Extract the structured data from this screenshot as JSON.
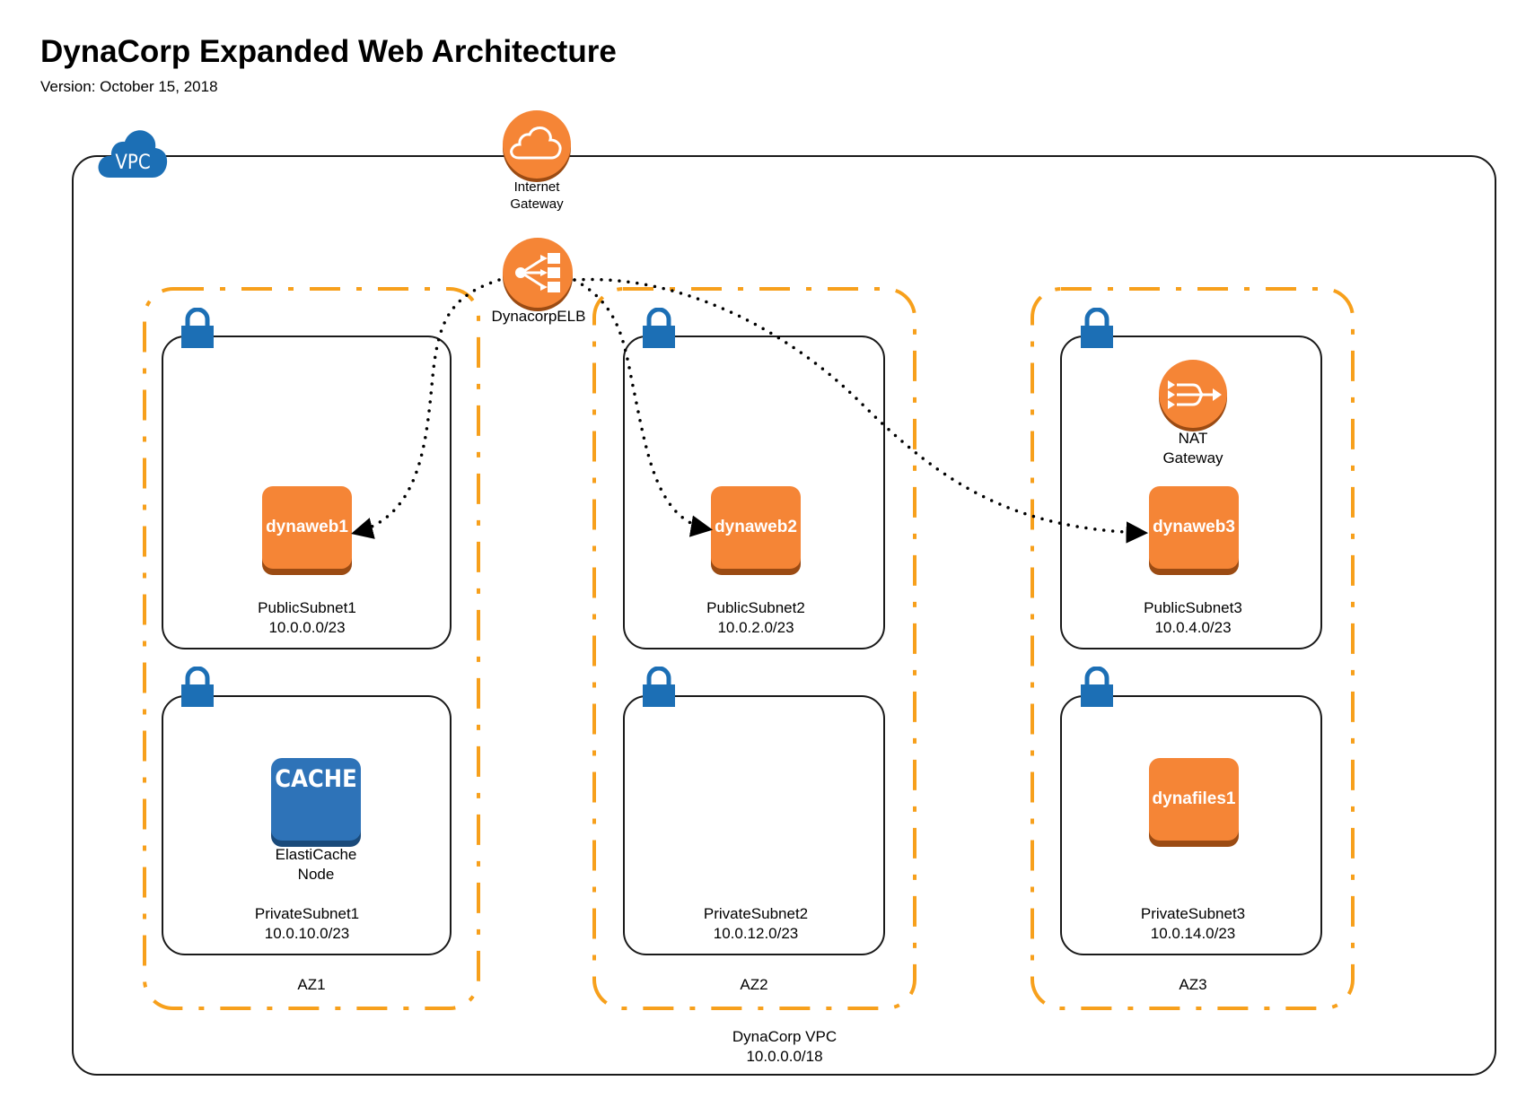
{
  "header": {
    "title": "DynaCorp Expanded Web Architecture",
    "version": "Version: October 15, 2018"
  },
  "vpc": {
    "badge": "VPC",
    "name": "DynaCorp VPC",
    "cidr": "10.0.0.0/18"
  },
  "internet_gateway": {
    "line1": "Internet",
    "line2": "Gateway"
  },
  "elb": {
    "label": "DynacorpELB"
  },
  "nat_gateway": {
    "line1": "NAT",
    "line2": "Gateway"
  },
  "availability_zones": [
    {
      "label": "AZ1",
      "public": {
        "name": "PublicSubnet1",
        "cidr": "10.0.0.0/23",
        "instance": "dynaweb1"
      },
      "private": {
        "name": "PrivateSubnet1",
        "cidr": "10.0.10.0/23",
        "resource": "CACHE",
        "resource_line1": "ElastiCache",
        "resource_line2": "Node"
      }
    },
    {
      "label": "AZ2",
      "public": {
        "name": "PublicSubnet2",
        "cidr": "10.0.2.0/23",
        "instance": "dynaweb2"
      },
      "private": {
        "name": "PrivateSubnet2",
        "cidr": "10.0.12.0/23"
      }
    },
    {
      "label": "AZ3",
      "public": {
        "name": "PublicSubnet3",
        "cidr": "10.0.4.0/23",
        "instance": "dynaweb3"
      },
      "private": {
        "name": "PrivateSubnet3",
        "cidr": "10.0.14.0/23",
        "instance": "dynafiles1"
      }
    }
  ],
  "colors": {
    "aws_orange": "#F58536",
    "az_border": "#F7A01C",
    "aws_blue": "#1C6FB5",
    "cache_blue": "#2E73B8",
    "line": "#1a1a1a"
  },
  "icons": [
    "vpc-cloud-icon",
    "internet-gateway-icon",
    "elb-icon",
    "nat-gateway-icon",
    "padlock-icon"
  ]
}
